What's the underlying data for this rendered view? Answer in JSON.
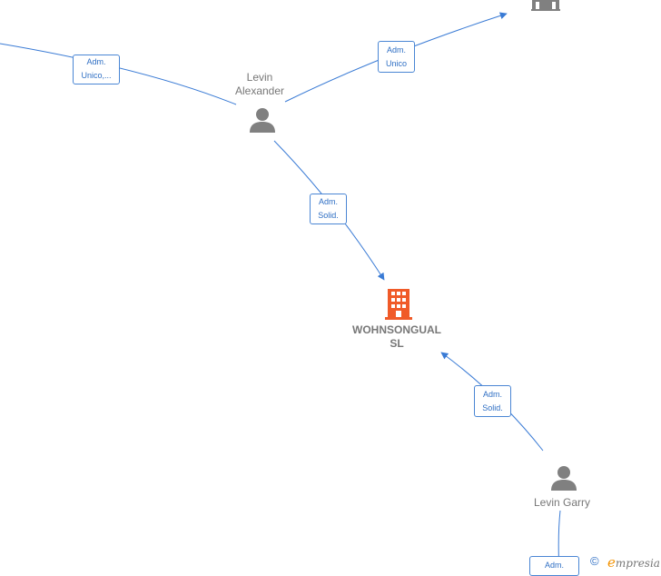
{
  "nodes": {
    "levin_alexander": {
      "name_line1": "Levin",
      "name_line2": "Alexander"
    },
    "wohnsongual": {
      "name_line1": "WOHNSONGUAL",
      "name_line2": "SL"
    },
    "levin_garry": {
      "name": "Levin Garry"
    }
  },
  "edge_labels": {
    "top_left": {
      "line1": "Adm.",
      "line2": "Unico,..."
    },
    "top_right": {
      "line1": "Adm.",
      "line2": "Unico"
    },
    "alexander_to_company": {
      "line1": "Adm.",
      "line2": "Solid."
    },
    "garry_to_company": {
      "line1": "Adm.",
      "line2": "Solid."
    },
    "bottom": {
      "line1": "Adm."
    }
  },
  "footer": {
    "copyright_symbol": "©",
    "brand_initial": "e",
    "brand_rest": "mpresia"
  },
  "colors": {
    "edge": "#3a7bd5",
    "person_icon": "#808080",
    "company_icon": "#f05a28",
    "other_company_icon": "#808080"
  }
}
